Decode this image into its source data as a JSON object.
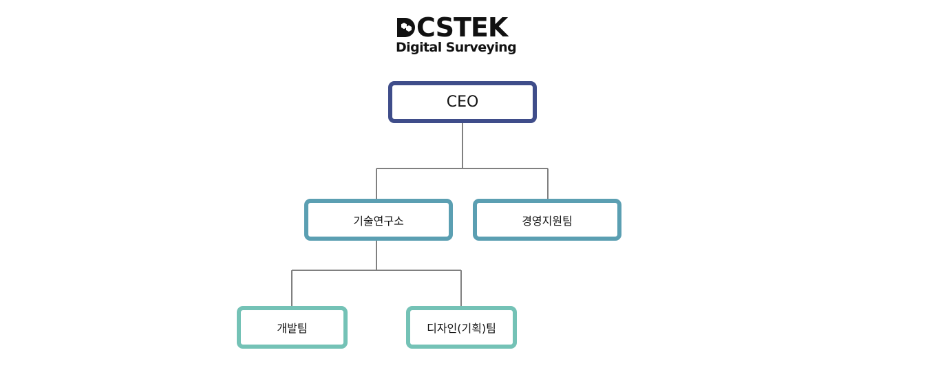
{
  "logo": {
    "brand": "CSTEK",
    "tagline": "Digital Surveying",
    "mark_icon": "hexagon-d-logo-icon",
    "color": "#111111"
  },
  "org_chart": {
    "ceo": {
      "label": "CEO",
      "border_color": "#3f4d8a"
    },
    "level2": [
      {
        "label": "기술연구소",
        "border_color": "#5b9fb2"
      },
      {
        "label": "경영지원팀",
        "border_color": "#5b9fb2"
      }
    ],
    "level3": [
      {
        "label": "개발팀",
        "border_color": "#74c2b6"
      },
      {
        "label": "디자인(기획)팀",
        "border_color": "#74c2b6"
      }
    ],
    "connector_color": "#808080"
  }
}
